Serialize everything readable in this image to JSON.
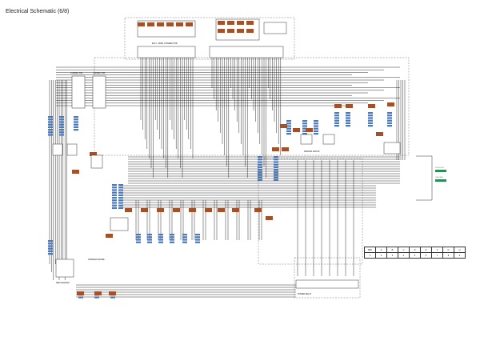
{
  "page": {
    "title": "Electrical Schematic (6/8)"
  },
  "labels": {
    "main_connector_caption": "ECU - MAIN CONNECTOR",
    "left_block_caption": "CONNECTOR",
    "left_block_caption_2": "CONNECTOR",
    "harness_caption": "HARNESS FRAME",
    "sensor_bay_caption": "SENSOR GROUP",
    "bottom_left_caption": "SEE DIAGRAM",
    "bottom_right_caption": "POWER RELAY"
  },
  "legend": {
    "entries": [
      {
        "label": "FUSE BOX",
        "color": "#2e8b57"
      },
      {
        "label": "GROUND",
        "color": "#2e8b57"
      }
    ]
  },
  "revision_table": {
    "rows": [
      [
        "REV",
        "A",
        "B",
        "C",
        "D",
        "E",
        "F",
        "G",
        "H"
      ],
      [
        "1",
        "2",
        "3",
        "4",
        "5",
        "6",
        "7",
        "8",
        "9"
      ]
    ]
  },
  "colors": {
    "wire": "#1a1a1a",
    "connector_brown": "#a0522d",
    "pin_blue": "#4a78b8",
    "frame": "#555555",
    "legend_green": "#2e8b57"
  }
}
